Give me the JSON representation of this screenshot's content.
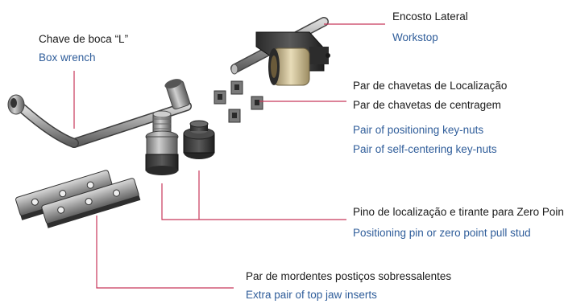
{
  "callouts": {
    "box_wrench": {
      "pt": "Chave de boca “L”",
      "en": "Box wrench"
    },
    "workstop": {
      "pt": "Encosto Lateral",
      "en": "Workstop"
    },
    "key_nuts": {
      "pt_1": "Par de chavetas de Localização",
      "pt_2": "Par de chavetas de centragem",
      "en_1": "Pair of positioning key-nuts",
      "en_2": "Pair of self-centering key-nuts"
    },
    "pull_stud": {
      "pt": "Pino de localização e tirante para Zero Point",
      "en": "Positioning pin or zero point pull stud"
    },
    "jaw_inserts": {
      "pt": "Par de mordentes postiços sobressalentes",
      "en": "Extra pair of top jaw inserts"
    }
  },
  "colors": {
    "leader_line": "#c8375a",
    "portuguese_text": "#1a1a1a",
    "english_text": "#2f5d9a"
  }
}
